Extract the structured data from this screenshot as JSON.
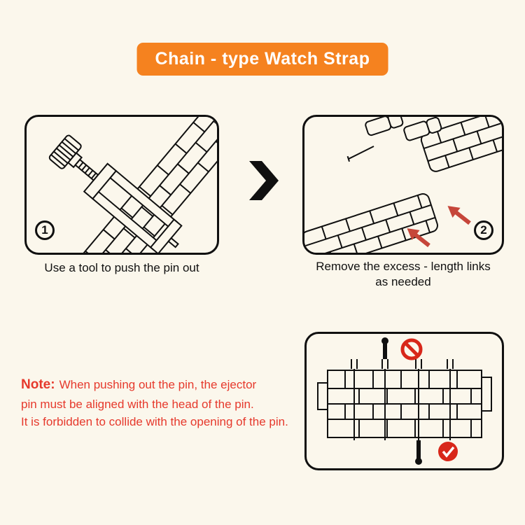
{
  "colors": {
    "background": "#FBF7EC",
    "banner_orange": "#F5821F",
    "note_red": "#E6392C",
    "arrow_red": "#C6463A",
    "line_black": "#101010"
  },
  "banner": {
    "title": "Chain - type Watch Strap"
  },
  "steps": {
    "one": {
      "number": "1",
      "caption": "Use a tool to push the pin out"
    },
    "two": {
      "number": "2",
      "caption_line1": "Remove the excess - length links",
      "caption_line2": "as needed"
    }
  },
  "note": {
    "label": "Note:",
    "line1": "When pushing out the pin, the ejector",
    "line2": "pin must be aligned with the head of the pin.",
    "line3": "It is forbidden to collide with the opening of the pin."
  },
  "icons": {
    "next_chevron": "next-chevron-icon",
    "prohibition": "no-collision-icon",
    "check": "correct-alignment-icon"
  }
}
